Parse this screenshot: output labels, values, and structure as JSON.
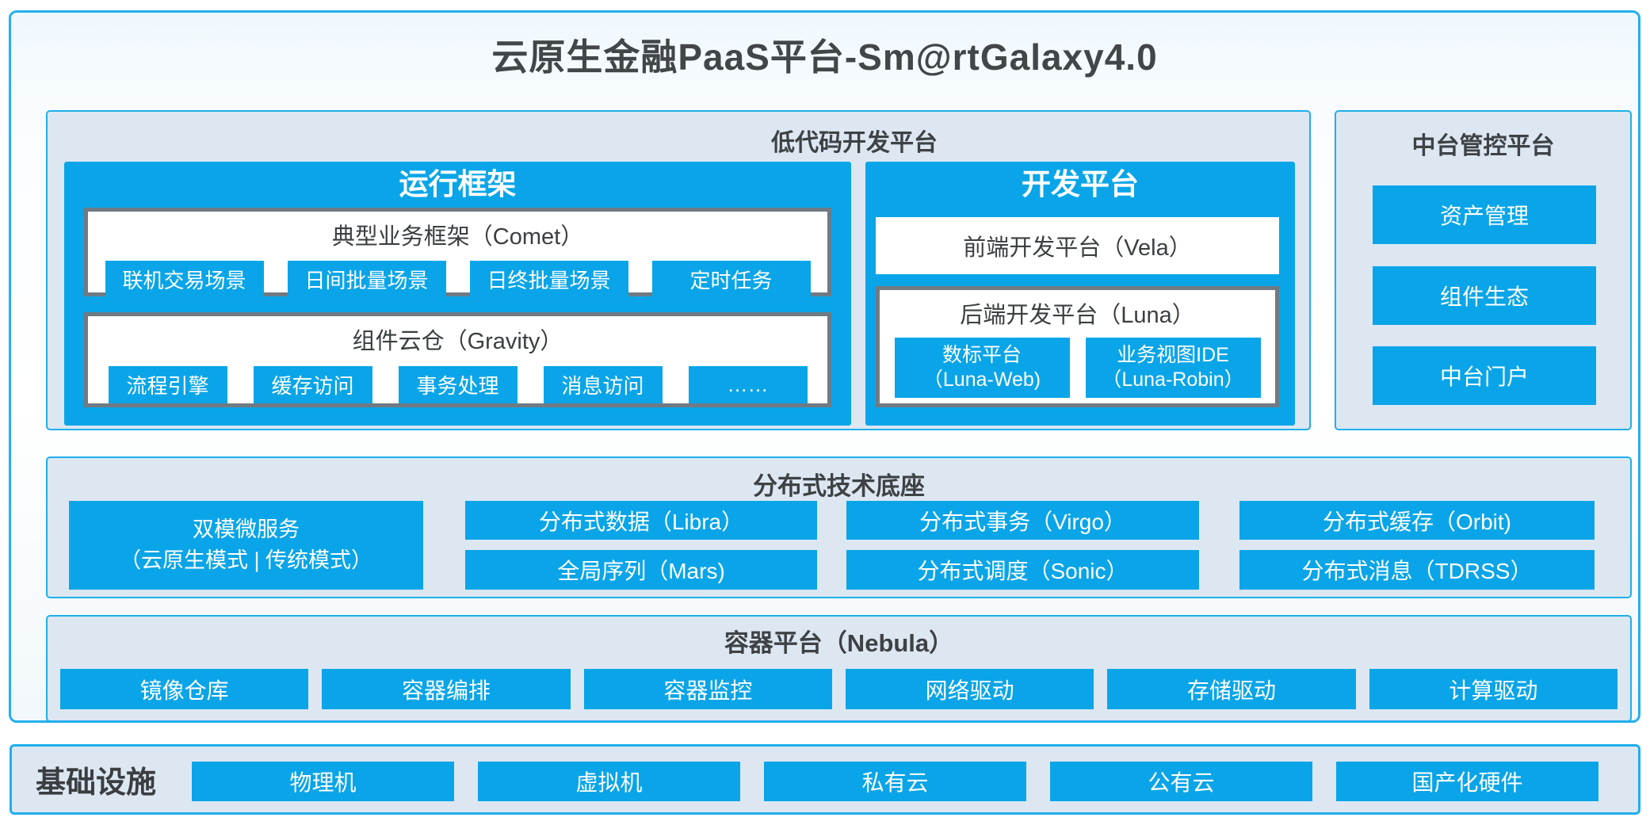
{
  "title": "云原生金融PaaS平台-Sm@rtGalaxy4.0",
  "colors": {
    "blue": "#0aa5e8",
    "panel_bg": "#dde7f2",
    "border_blue": "#1fafec",
    "gray_border": "#6f7a83",
    "dark_text": "#3e4245"
  },
  "lowcode": {
    "label": "低代码开发平台",
    "runtime": {
      "title": "运行框架",
      "comet": {
        "title": "典型业务框架（Comet）",
        "items": [
          "联机交易场景",
          "日间批量场景",
          "日终批量场景",
          "定时任务"
        ]
      },
      "gravity": {
        "title": "组件云仓（Gravity）",
        "items": [
          "流程引擎",
          "缓存访问",
          "事务处理",
          "消息访问",
          "……"
        ]
      }
    },
    "dev": {
      "title": "开发平台",
      "vela": "前端开发平台（Vela）",
      "luna": {
        "title": "后端开发平台（Luna）",
        "items": [
          {
            "line1": "数标平台",
            "line2": "（Luna-Web)"
          },
          {
            "line1": "业务视图IDE",
            "line2": "（Luna-Robin）"
          }
        ]
      }
    }
  },
  "midplatform": {
    "label": "中台管控平台",
    "items": [
      "资产管理",
      "组件生态",
      "中台门户"
    ]
  },
  "distributed": {
    "label": "分布式技术底座",
    "dual_mode": {
      "line1": "双模微服务",
      "line2": "（云原生模式 | 传统模式）"
    },
    "row1": [
      "分布式数据（Libra）",
      "分布式事务（Virgo）",
      "分布式缓存（Orbit)"
    ],
    "row2": [
      "全局序列（Mars)",
      "分布式调度（Sonic）",
      "分布式消息（TDRSS）"
    ]
  },
  "container_platform": {
    "label": "容器平台（Nebula）",
    "items": [
      "镜像仓库",
      "容器编排",
      "容器监控",
      "网络驱动",
      "存储驱动",
      "计算驱动"
    ]
  },
  "infrastructure": {
    "label": "基础设施",
    "items": [
      "物理机",
      "虚拟机",
      "私有云",
      "公有云",
      "国产化硬件"
    ]
  }
}
